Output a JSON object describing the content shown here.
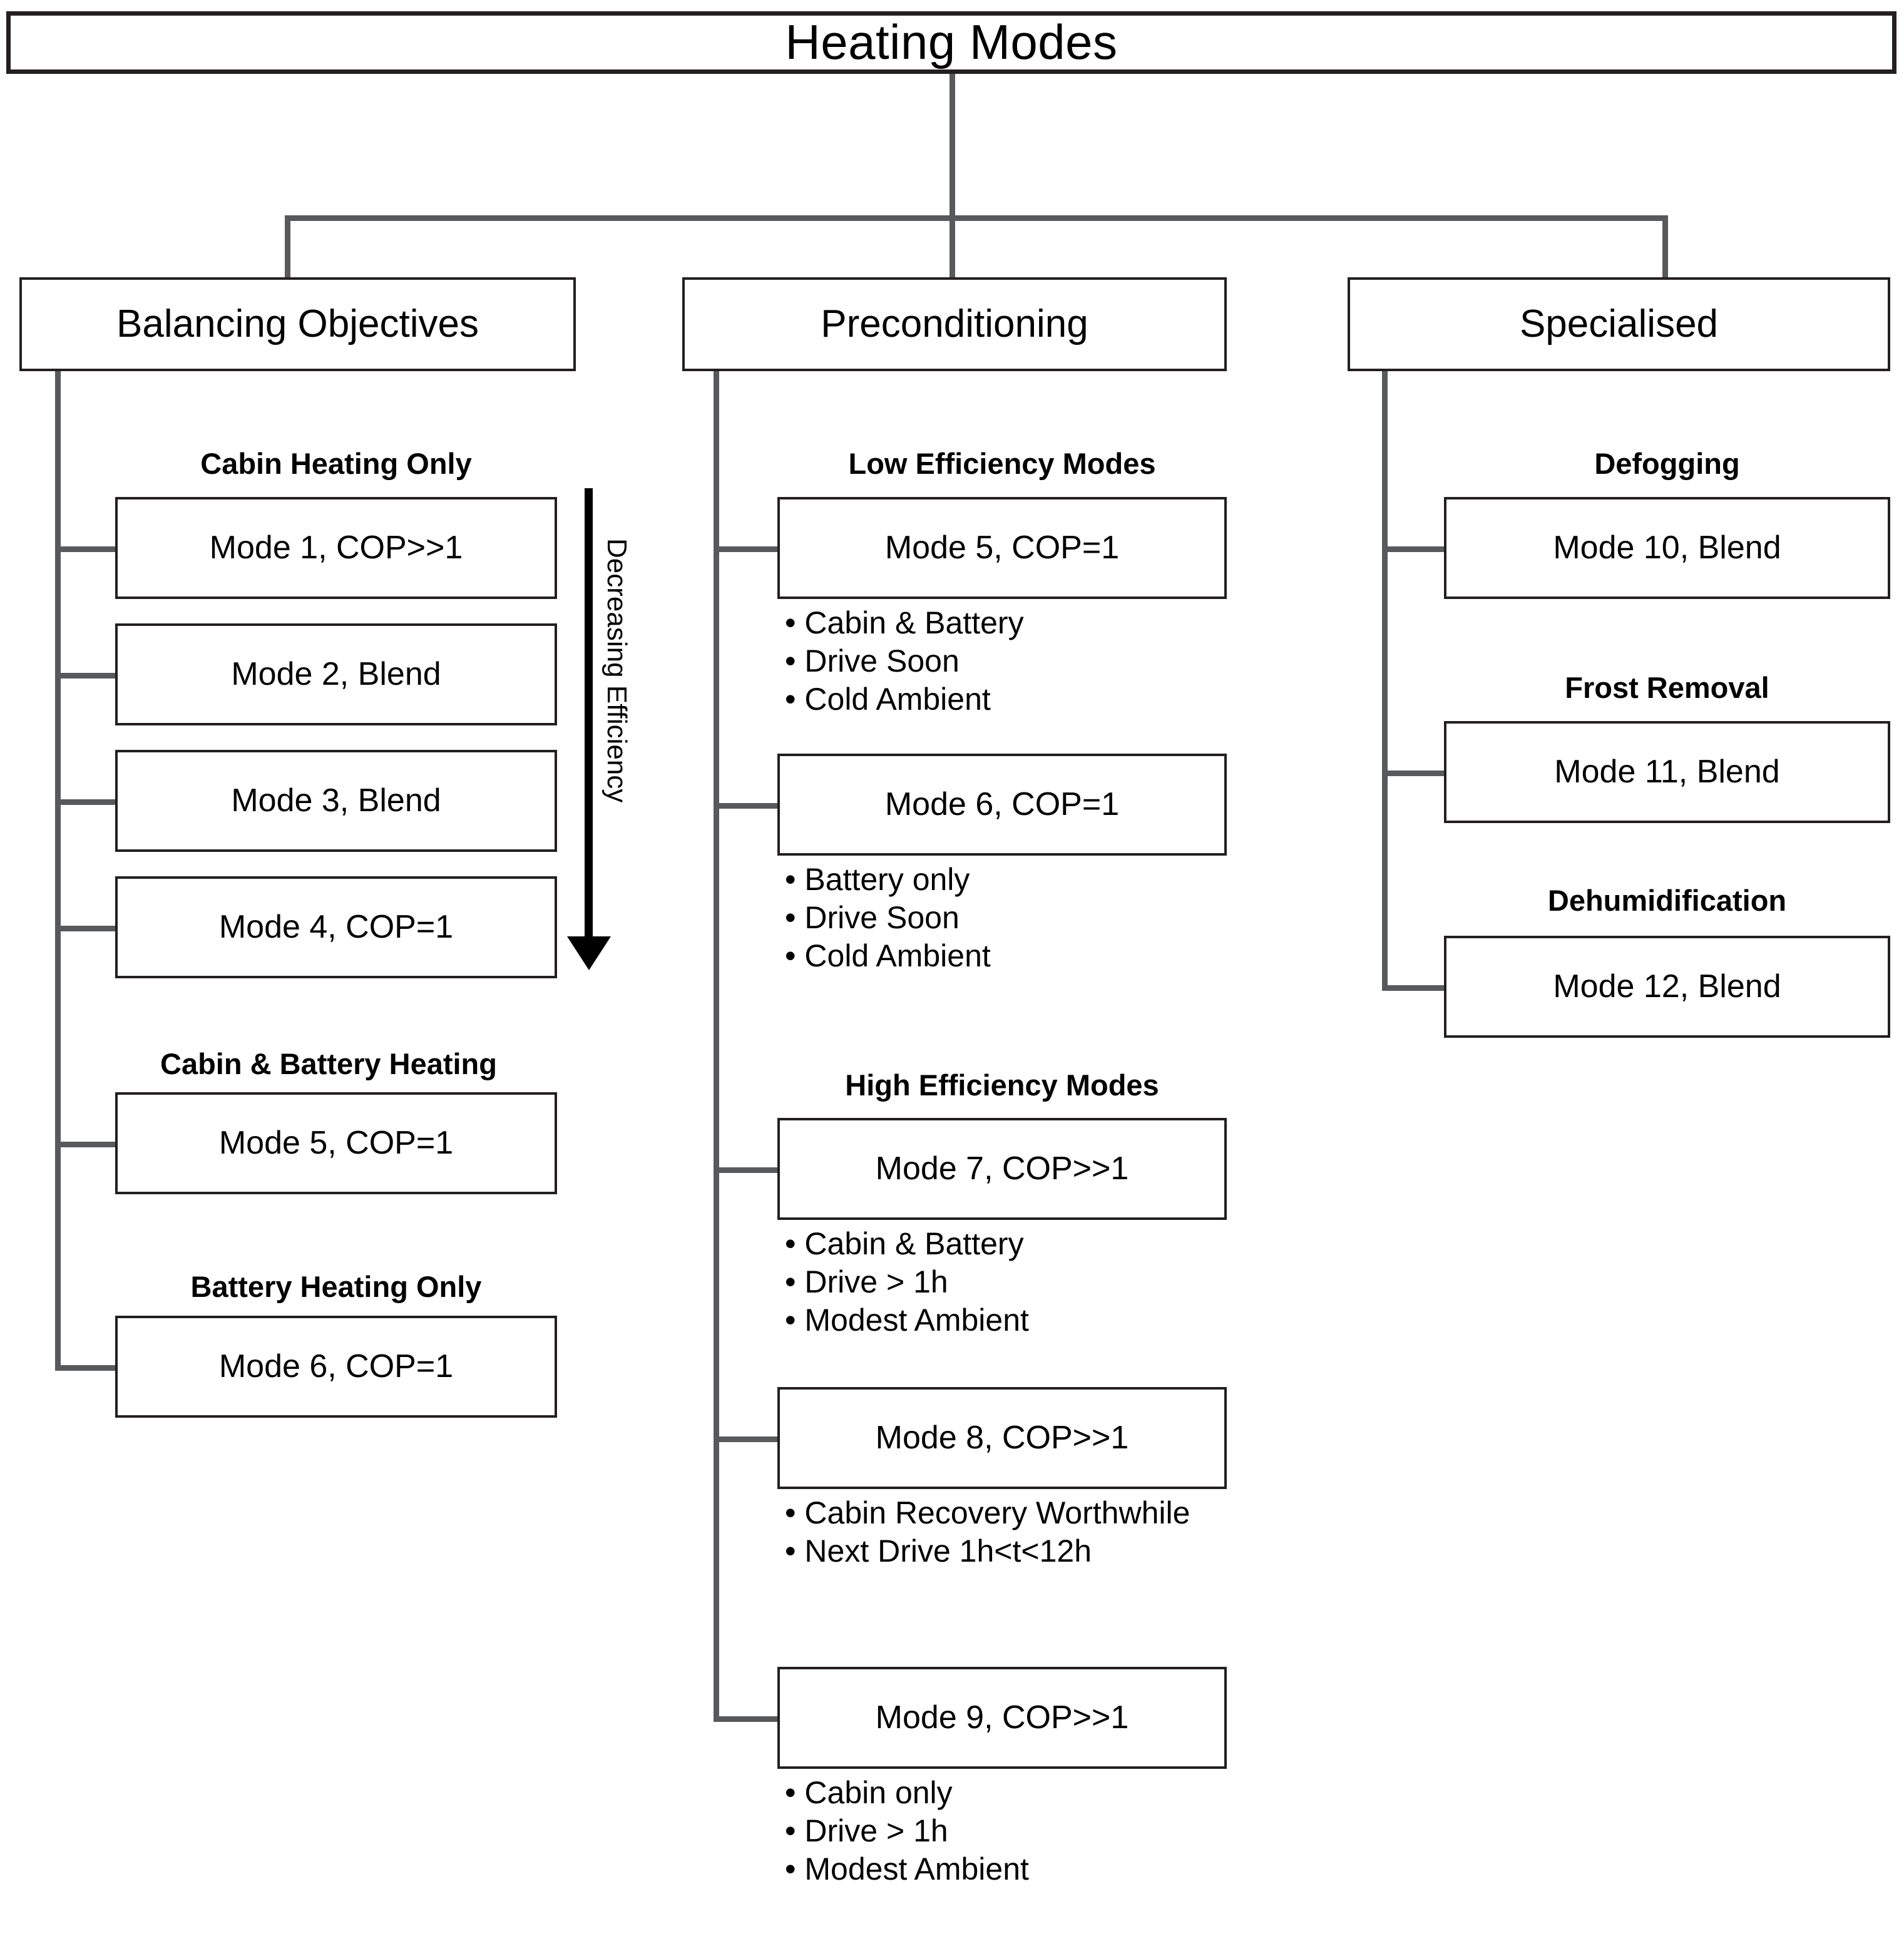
{
  "root": {
    "title": "Heating Modes"
  },
  "branches": [
    {
      "key": "balancing",
      "label": "Balancing Objectives"
    },
    {
      "key": "preconditioning",
      "label": "Preconditioning"
    },
    {
      "key": "specialised",
      "label": "Specialised"
    }
  ],
  "annotation": {
    "decreasing_efficiency": "Decreasing Efficiency"
  },
  "balancing": {
    "groups": [
      {
        "header": "Cabin Heating Only",
        "modes": [
          {
            "label": "Mode 1, COP>>1"
          },
          {
            "label": "Mode 2, Blend"
          },
          {
            "label": "Mode 3, Blend"
          },
          {
            "label": "Mode 4, COP=1"
          }
        ]
      },
      {
        "header": "Cabin & Battery Heating",
        "modes": [
          {
            "label": "Mode 5, COP=1"
          }
        ]
      },
      {
        "header": "Battery Heating Only",
        "modes": [
          {
            "label": "Mode 6, COP=1"
          }
        ]
      }
    ]
  },
  "preconditioning": {
    "groups": [
      {
        "header": "Low Efficiency Modes",
        "modes": [
          {
            "label": "Mode 5, COP=1",
            "bullets": [
              "Cabin & Battery",
              "Drive Soon",
              "Cold Ambient"
            ]
          },
          {
            "label": "Mode 6, COP=1",
            "bullets": [
              "Battery only",
              "Drive Soon",
              "Cold Ambient"
            ]
          }
        ]
      },
      {
        "header": "High Efficiency Modes",
        "modes": [
          {
            "label": "Mode 7, COP>>1",
            "bullets": [
              "Cabin & Battery",
              "Drive > 1h",
              "Modest Ambient"
            ]
          },
          {
            "label": "Mode 8, COP>>1",
            "bullets": [
              "Cabin Recovery Worthwhile",
              "Next Drive 1h<t<12h"
            ]
          },
          {
            "label": "Mode 9, COP>>1",
            "bullets": [
              "Cabin only",
              "Drive > 1h",
              "Modest Ambient"
            ]
          }
        ]
      }
    ]
  },
  "specialised": {
    "groups": [
      {
        "header": "Defogging",
        "modes": [
          {
            "label": "Mode 10, Blend"
          }
        ]
      },
      {
        "header": "Frost Removal",
        "modes": [
          {
            "label": "Mode 11, Blend"
          }
        ]
      },
      {
        "header": "Dehumidification",
        "modes": [
          {
            "label": "Mode 12, Blend"
          }
        ]
      }
    ]
  },
  "colors": {
    "border": "#231f20",
    "connector": "#58595b",
    "arrow": "#000000"
  }
}
